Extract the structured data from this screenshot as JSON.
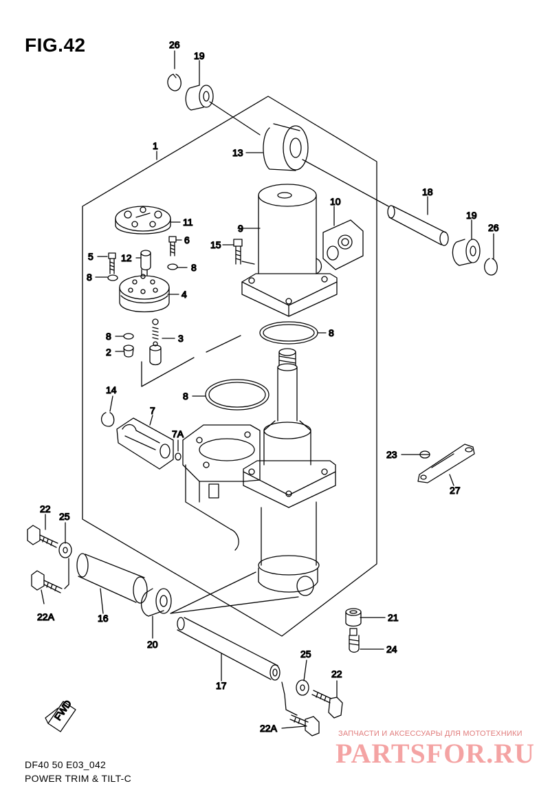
{
  "figure": {
    "title": "FIG.42",
    "model_code": "DF40 50 E03_042",
    "name": "POWER TRIM & TILT-C",
    "fwd_label": "FWD"
  },
  "callouts": {
    "c1": "1",
    "c2": "2",
    "c3": "3",
    "c4": "4",
    "c5": "5",
    "c6": "6",
    "c7": "7",
    "c7a": "7A",
    "c8a": "8",
    "c8b": "8",
    "c8c": "8",
    "c8d": "8",
    "c8e": "8",
    "c9": "9",
    "c10": "10",
    "c11": "11",
    "c12": "12",
    "c13": "13",
    "c14": "14",
    "c15": "15",
    "c16": "16",
    "c17": "17",
    "c18": "18",
    "c19a": "19",
    "c19b": "19",
    "c20": "20",
    "c21": "21",
    "c22a": "22",
    "c22b": "22",
    "c22Aa": "22A",
    "c22Ab": "22A",
    "c23": "23",
    "c24": "24",
    "c25a": "25",
    "c25b": "25",
    "c26a": "26",
    "c26b": "26",
    "c27": "27"
  },
  "watermark": {
    "tagline": "ЗАПЧАСТИ И АКСЕССУАРЫ ДЛЯ МОТОТЕХНИКИ",
    "brand": "PARTSFOR.RU"
  }
}
